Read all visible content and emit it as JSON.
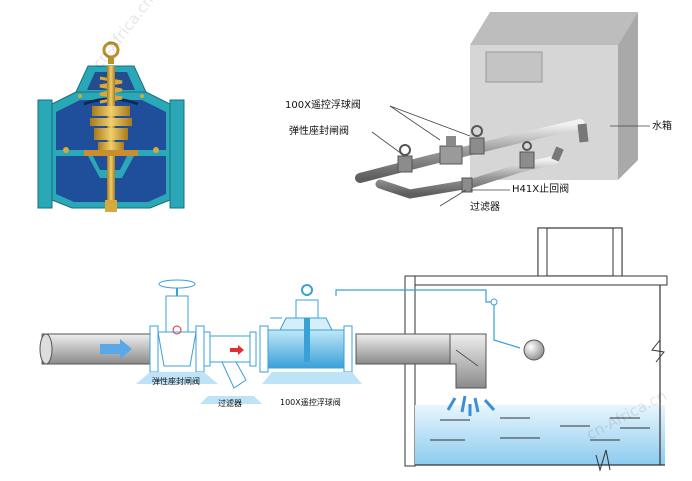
{
  "labels": {
    "remote_float_valve_top": "100X遥控浮球阀",
    "resilient_gate_valve_top": "弹性座封闸阀",
    "water_tank": "水箱",
    "check_valve": "H41X止回阀",
    "filter_top": "过滤器",
    "resilient_gate_valve_bottom": "弹性座封闸阀",
    "filter_bottom": "过滤器",
    "remote_float_valve_bottom": "100X遥控浮球阀"
  },
  "watermark": "cn-Africa.cn",
  "colors": {
    "valve_body": "#2aa8b8",
    "valve_inner": "#1f4f9a",
    "brass": "#d6a93a",
    "pipe_fill": "#cfcfcf",
    "pipe_stroke": "#555555",
    "water": "#bfe3f6",
    "tank_3d": "#d9d9d9",
    "flow_arrow": "#5aa9e6",
    "red_arrow": "#e03030"
  }
}
